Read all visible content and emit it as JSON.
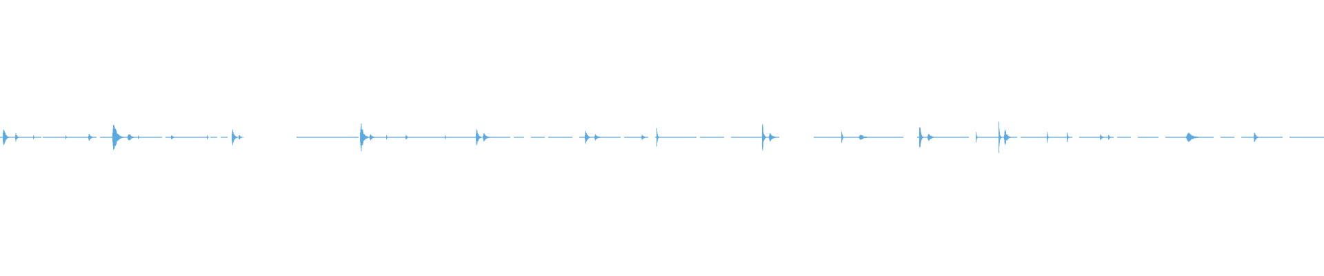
{
  "waveform": {
    "color": "#5aa9e0",
    "background": "#ffffff",
    "amplitude_max": 1.0,
    "timeline_total": 1920,
    "baseline_segments": [
      [
        0,
        60
      ],
      [
        62,
        140
      ],
      [
        145,
        235
      ],
      [
        240,
        300
      ],
      [
        305,
        315
      ],
      [
        320,
        330
      ],
      [
        430,
        520
      ],
      [
        535,
        690
      ],
      [
        700,
        740
      ],
      [
        745,
        760
      ],
      [
        770,
        790
      ],
      [
        795,
        830
      ],
      [
        840,
        900
      ],
      [
        905,
        940
      ],
      [
        950,
        1010
      ],
      [
        1015,
        1050
      ],
      [
        1060,
        1130
      ],
      [
        1180,
        1310
      ],
      [
        1330,
        1405
      ],
      [
        1415,
        1475
      ],
      [
        1480,
        1555
      ],
      [
        1565,
        1615
      ],
      [
        1620,
        1640
      ],
      [
        1650,
        1680
      ],
      [
        1690,
        1760
      ],
      [
        1770,
        1790
      ],
      [
        1800,
        1860
      ],
      [
        1870,
        1920
      ]
    ],
    "bursts": [
      {
        "t": 4,
        "amp": 0.12,
        "width": 10
      },
      {
        "t": 22,
        "amp": 0.04,
        "width": 8
      },
      {
        "t": 48,
        "amp": 0.02,
        "width": 4
      },
      {
        "t": 95,
        "amp": 0.02,
        "width": 4
      },
      {
        "t": 128,
        "amp": 0.04,
        "width": 10
      },
      {
        "t": 163,
        "amp": 0.18,
        "width": 16
      },
      {
        "t": 185,
        "amp": 0.05,
        "width": 14
      },
      {
        "t": 200,
        "amp": 0.02,
        "width": 4
      },
      {
        "t": 248,
        "amp": 0.03,
        "width": 8
      },
      {
        "t": 300,
        "amp": 0.02,
        "width": 4
      },
      {
        "t": 336,
        "amp": 0.08,
        "width": 10
      },
      {
        "t": 346,
        "amp": 0.03,
        "width": 8
      },
      {
        "t": 522,
        "amp": 0.15,
        "width": 14
      },
      {
        "t": 536,
        "amp": 0.04,
        "width": 10
      },
      {
        "t": 560,
        "amp": 0.02,
        "width": 4
      },
      {
        "t": 588,
        "amp": 0.03,
        "width": 6
      },
      {
        "t": 645,
        "amp": 0.02,
        "width": 4
      },
      {
        "t": 690,
        "amp": 0.09,
        "width": 10
      },
      {
        "t": 700,
        "amp": 0.05,
        "width": 14
      },
      {
        "t": 848,
        "amp": 0.08,
        "width": 10
      },
      {
        "t": 862,
        "amp": 0.04,
        "width": 12
      },
      {
        "t": 930,
        "amp": 0.03,
        "width": 10
      },
      {
        "t": 952,
        "amp": 0.11,
        "width": 4
      },
      {
        "t": 1105,
        "amp": 0.16,
        "width": 6
      },
      {
        "t": 1115,
        "amp": 0.05,
        "width": 14
      },
      {
        "t": 1220,
        "amp": 0.09,
        "width": 4
      },
      {
        "t": 1245,
        "amp": 0.03,
        "width": 22
      },
      {
        "t": 1333,
        "amp": 0.16,
        "width": 6
      },
      {
        "t": 1345,
        "amp": 0.05,
        "width": 14
      },
      {
        "t": 1415,
        "amp": 0.05,
        "width": 4
      },
      {
        "t": 1448,
        "amp": 0.16,
        "width": 4
      },
      {
        "t": 1456,
        "amp": 0.08,
        "width": 12
      },
      {
        "t": 1518,
        "amp": 0.06,
        "width": 4
      },
      {
        "t": 1547,
        "amp": 0.07,
        "width": 4
      },
      {
        "t": 1595,
        "amp": 0.04,
        "width": 8
      },
      {
        "t": 1607,
        "amp": 0.03,
        "width": 6
      },
      {
        "t": 1720,
        "amp": 0.05,
        "width": 26
      },
      {
        "t": 1818,
        "amp": 0.05,
        "width": 10
      }
    ]
  }
}
